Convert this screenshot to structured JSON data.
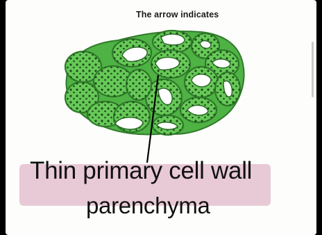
{
  "slide": {
    "caption_top": "The arrow indicates",
    "label_line1": "Thin primary cell wall",
    "label_line2": "parenchyma"
  },
  "colors": {
    "background": "#000000",
    "slide": "#fdfdfb",
    "cell_fill": "#5ec04f",
    "cell_outline": "#2f7a2a",
    "cell_spots": "#1f4a1c",
    "vacuole": "#ffffff",
    "highlight": "#e7c6d4",
    "text": "#111111"
  }
}
